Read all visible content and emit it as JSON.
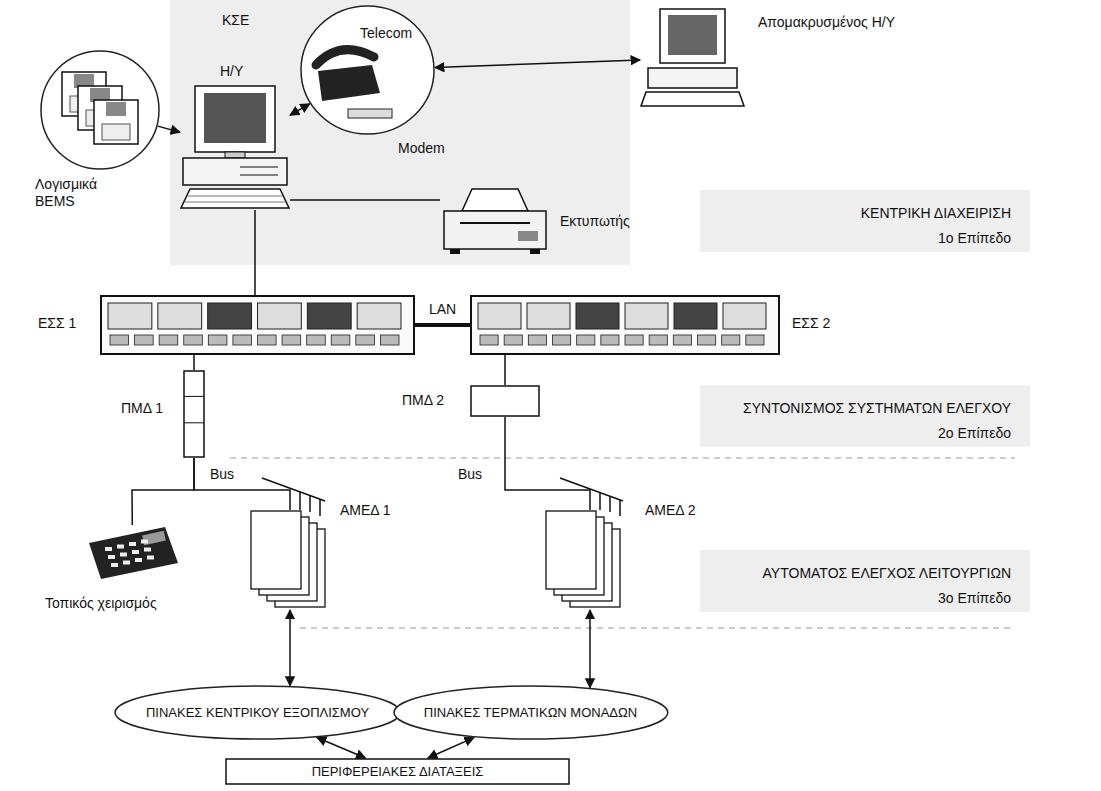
{
  "diagram": {
    "nodes": [
      {
        "text": [
          "Λογισμικά BEMS"
        ]
      },
      {
        "text": [
          "Η/Υ"
        ]
      },
      {
        "text": [
          "Telecom"
        ]
      },
      {
        "text": [
          "Απομακρυσμένος Η/Υ"
        ]
      },
      {
        "text": [
          "Εκτυπωτής"
        ]
      },
      {
        "text": [
          "ΕΣΣ 1"
        ]
      },
      {
        "text": [
          "ΕΣΣ 2"
        ]
      },
      {
        "text": [
          "ΠΜΔ 1"
        ]
      },
      {
        "text": [
          "ΠΜΔ 2"
        ]
      },
      {
        "text": [
          "Τοπικός χειρισμός"
        ]
      },
      {
        "text": [
          "ΑΜΕΔ 1"
        ]
      },
      {
        "text": [
          "ΑΜΕΔ 2"
        ]
      },
      {
        "text": [
          "ΠΙΝΑΚΕΣ ΚΕΝΤΡΙΚΟΥ ΕΞΟΠΛΙΣΜΟΥ"
        ]
      },
      {
        "text": [
          "ΠΙΝΑΚΕΣ ΤΕΡΜΑΤΙΚΩΝ ΜΟΝΑΔΩΝ"
        ]
      },
      {
        "text": [
          "ΠΕΡΙΦΕΡΕΙΑΚΕΣ ΔΙΑΤΑΞΕΙΣ"
        ]
      }
    ],
    "edges": [
      {
        "from": 0,
        "to": 1,
        "arrow": "to"
      },
      {
        "from": 1,
        "to": 2,
        "arrow": "both"
      },
      {
        "from": 2,
        "to": 3,
        "arrow": "both"
      },
      {
        "from": 1,
        "to": 4,
        "arrow": "none"
      },
      {
        "from": 1,
        "to": 5,
        "arrow": "none"
      },
      {
        "from": 5,
        "to": 6,
        "label": "LAN",
        "arrow": "none"
      },
      {
        "from": 5,
        "to": 7,
        "arrow": "none"
      },
      {
        "from": 6,
        "to": 8,
        "arrow": "none"
      },
      {
        "from": 7,
        "to": 9,
        "arrow": "none"
      },
      {
        "from": 7,
        "to": 10,
        "arrow": "none"
      },
      {
        "from": 8,
        "to": 11,
        "arrow": "none"
      },
      {
        "from": 10,
        "to": 12,
        "arrow": "both"
      },
      {
        "from": 11,
        "to": 13,
        "arrow": "both"
      },
      {
        "from": 12,
        "to": 14,
        "arrow": "both"
      },
      {
        "from": 13,
        "to": 14,
        "arrow": "both"
      }
    ],
    "labels": [
      "ΚΣΕ",
      "Modem",
      "ΚΕΝΤΡΙΚΗ ΔΙΑΧΕΙΡΙΣΗ",
      "1ο Επίπεδο",
      "ΣΥΝΤΟΝΙΣΜΟΣ ΣΥΣΤΗΜΑΤΩΝ ΕΛΕΓΧΟΥ",
      "2ο Επίπεδο",
      "Bus",
      "Bus",
      "ΑΥΤΟΜΑΤΟΣ ΕΛΕΓΧΟΣ ΛΕΙΤΟΥΡΓΙΩΝ",
      "3ο Επίπεδο"
    ]
  }
}
